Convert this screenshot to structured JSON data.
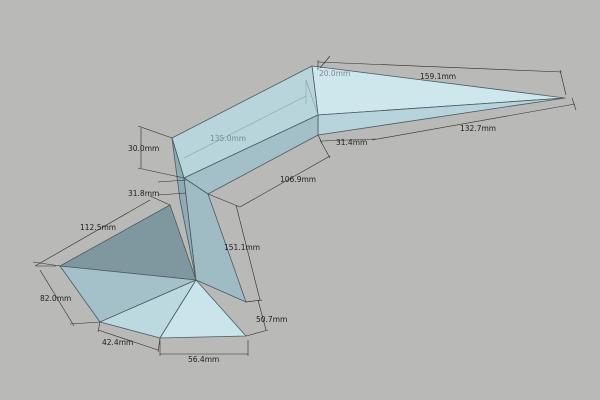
{
  "dimensions": {
    "top_length": "159.1mm",
    "long_edge": "132.7mm",
    "tip_width": "20.0mm",
    "bar_length": "135.0mm",
    "bar_height": "30.0mm",
    "bar_offset": "31.4mm",
    "lower_length": "106.9mm",
    "small_width": "31.8mm",
    "column_height": "151.1mm",
    "fan_width": "112.5mm",
    "fan_side": "82.0mm",
    "base_a": "42.4mm",
    "base_b": "56.4mm",
    "base_c": "50.7mm"
  },
  "colors": {
    "background": "#b9b9b7",
    "face_light": "#c9e4ea",
    "face_mid": "#a9c6cf",
    "face_dark": "#7f989f",
    "edge": "#4b5a60"
  }
}
